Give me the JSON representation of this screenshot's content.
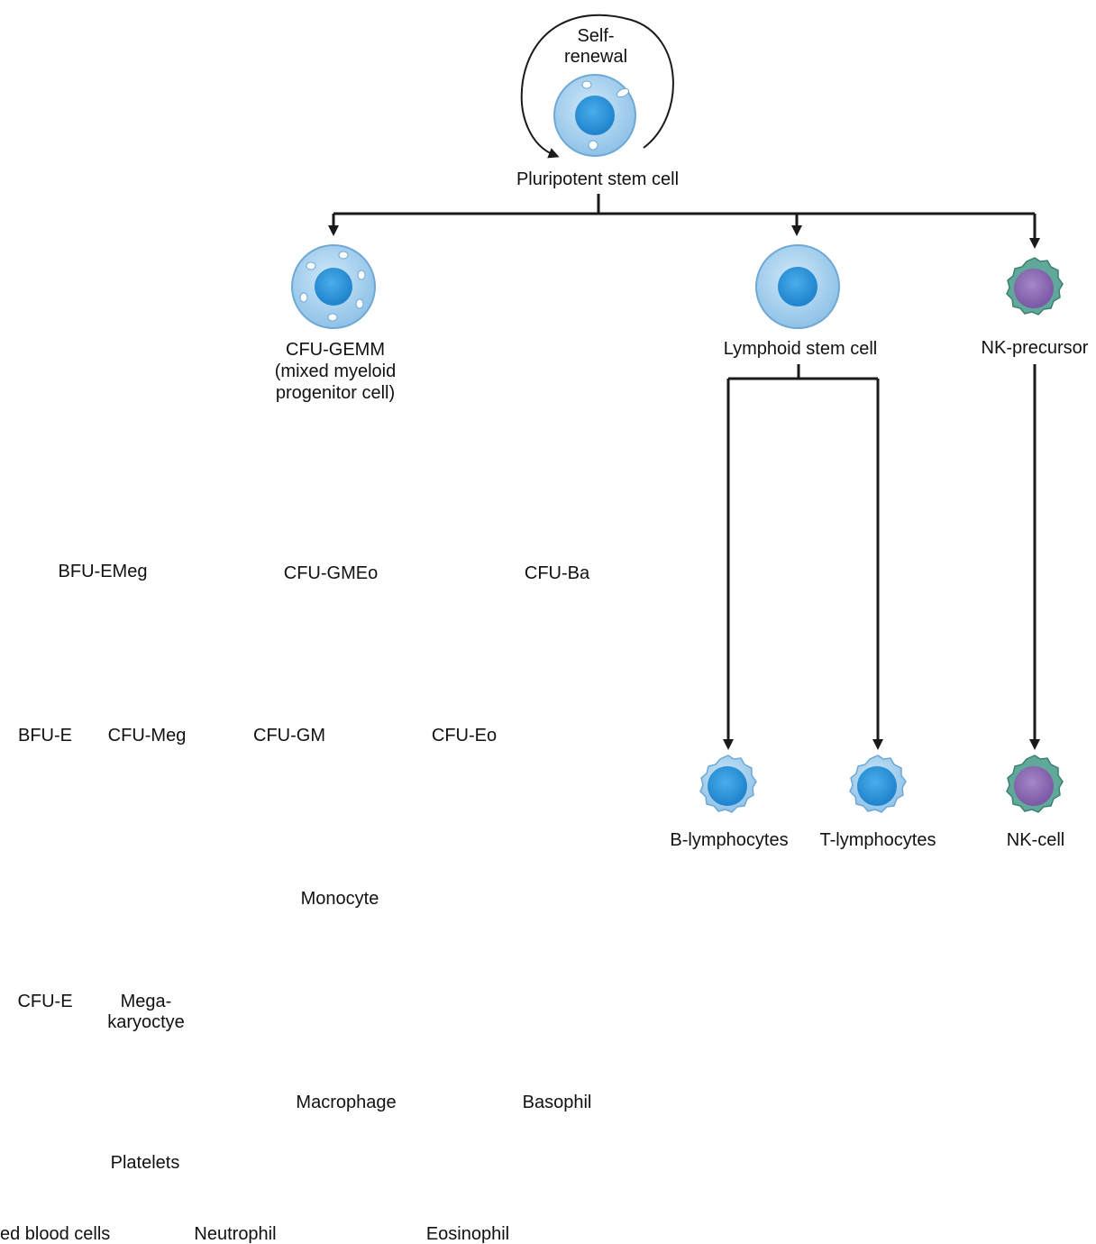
{
  "self_renewal": {
    "line1": "Self-",
    "line2": "renewal"
  },
  "nodes": {
    "pluripotent": "Pluripotent stem cell",
    "cfu_gemm": {
      "line1": "CFU-GEMM",
      "line2": "(mixed myeloid",
      "line3": "progenitor cell)"
    },
    "lymphoid": "Lymphoid stem cell",
    "nk_precursor": "NK-precursor",
    "bfu_emeg": "BFU-EMeg",
    "cfu_gmeo": "CFU-GMEo",
    "cfu_ba": "CFU-Ba",
    "bfu_e": "BFU-E",
    "cfu_meg": "CFU-Meg",
    "cfu_gm": "CFU-GM",
    "cfu_eo": "CFU-Eo",
    "b_lymph": "B-lymphocytes",
    "t_lymph": "T-lymphocytes",
    "nk_cell": "NK-cell",
    "monocyte": "Monocyte",
    "cfu_e": "CFU-E",
    "megakaryocyte": {
      "line1": "Mega-",
      "line2": "karyoctye"
    },
    "macrophage": "Macrophage",
    "basophil": "Basophil",
    "platelets": "Platelets",
    "red_blood_cells": "ed blood cells",
    "neutrophil": "Neutrophil",
    "eosinophil": "Eosinophil"
  },
  "colors": {
    "cell_outer": "#a9d3ef",
    "cell_edge": "#6ea8d4",
    "cell_nucleus": "#2b95dc",
    "nk_outer": "#5fa89a",
    "nk_nucleus": "#8c6bb0",
    "line": "#1a1a1a"
  }
}
